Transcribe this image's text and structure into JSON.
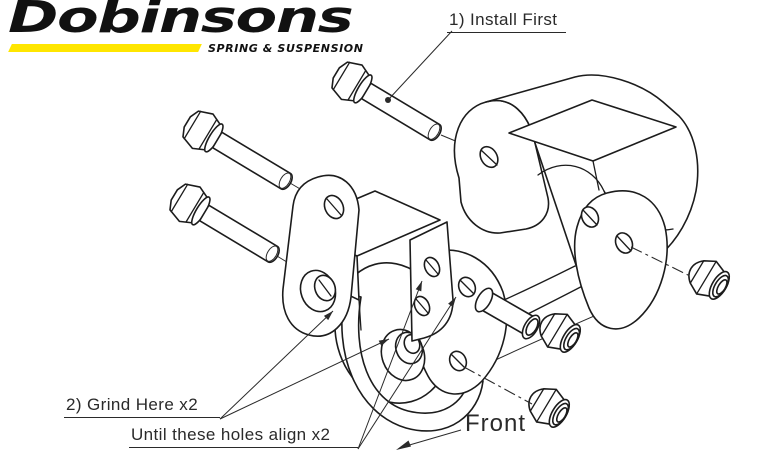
{
  "logo": {
    "brand": "Dobinsons",
    "tagline": "SPRING & SUSPENSION",
    "bar_color": "#FFE600",
    "text_color": "#111111"
  },
  "callouts": {
    "install_first": "1) Install First",
    "grind_here": "2) Grind Here x2",
    "holes_align": "Until these holes align x2",
    "front": "Front"
  },
  "diagram": {
    "background": "#ffffff",
    "line_color": "#1c1c1c"
  }
}
